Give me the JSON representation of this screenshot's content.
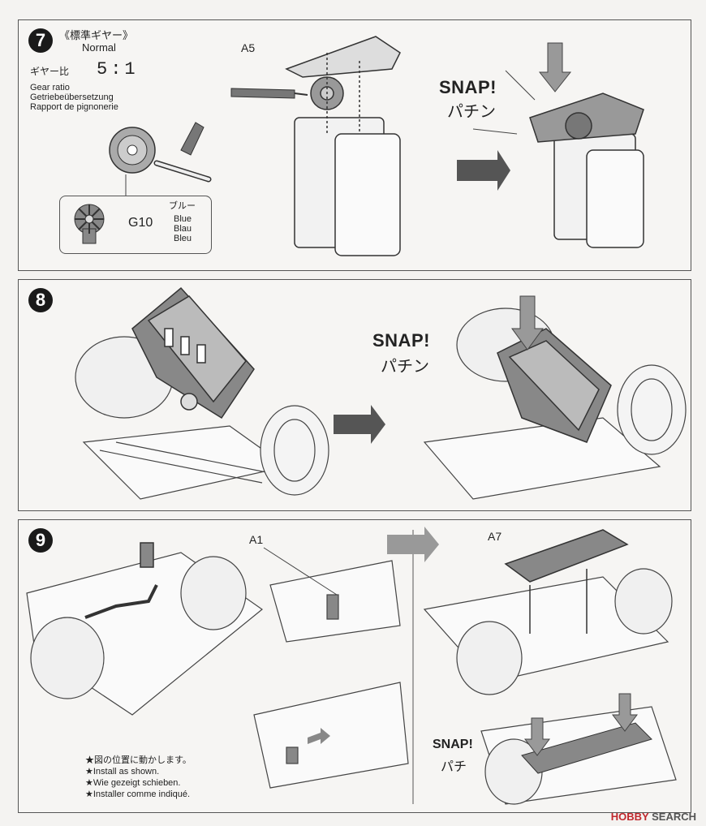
{
  "step7": {
    "number": "7",
    "title_jp": "《標準ギヤー》",
    "title_en": "Normal",
    "ratio_label": "ギヤー比",
    "ratio_value": "5:1",
    "gear_ratio_lines": [
      "Gear ratio",
      "Getriebeübersetzung",
      "Rapport de pignonerie"
    ],
    "part_id": "G10",
    "color_jp": "ブルー",
    "color_lines": [
      "Blue",
      "Blau",
      "Bleu"
    ],
    "part_label": "A5",
    "snap_en": "SNAP!",
    "snap_jp": "パチン"
  },
  "step8": {
    "number": "8",
    "snap_en": "SNAP!",
    "snap_jp": "パチン"
  },
  "step9": {
    "number": "9",
    "part_a1": "A1",
    "part_a7": "A7",
    "snap_en": "SNAP!",
    "snap_jp": "パチ",
    "note_lines": [
      "★図の位置に動かします。",
      "★Install as shown.",
      "★Wie gezeigt schieben.",
      "★Installer comme indiqué."
    ]
  },
  "footer": {
    "brand_part1": "HOBBY",
    "brand_part2": " SEARCH"
  }
}
